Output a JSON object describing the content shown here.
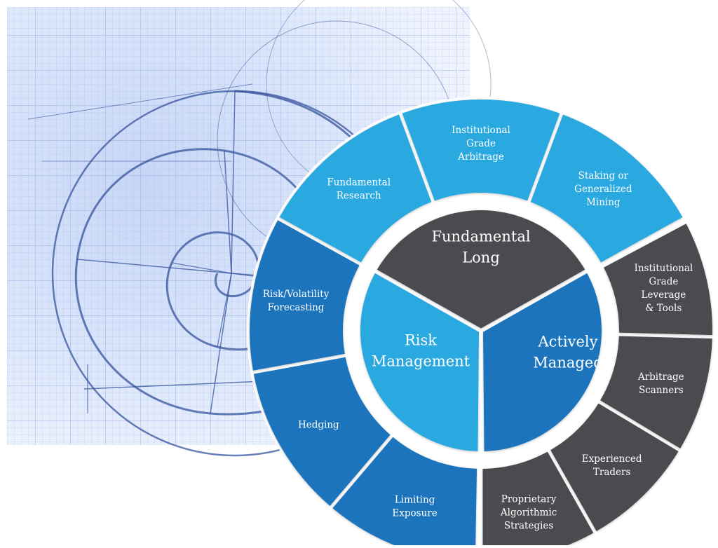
{
  "colors": {
    "dark_gray": "#4a4b4f",
    "light_blue": "#29a8e0",
    "mid_blue": "#1c75bc",
    "background_paper": "#dbe6fb",
    "background_grid": "#a9bde8",
    "sketch_ink": "#35539c",
    "text_light": "#ffffff"
  },
  "diagram": {
    "groups": [
      {
        "id": "fundamental-long",
        "label": "Fundamental Long",
        "lines": [
          "Fundamental",
          "Long"
        ],
        "inner_color": "#4a4b4f",
        "outer_color": "#29a8e0",
        "segments": [
          {
            "label": "Fundamental Research",
            "lines": [
              "Fundamental",
              "Research"
            ]
          },
          {
            "label": "Institutional Grade Arbitrage",
            "lines": [
              "Institutional",
              "Grade",
              "Arbitrage"
            ]
          },
          {
            "label": "Staking or Generalized Mining",
            "lines": [
              "Staking or",
              "Generalized",
              "Mining"
            ]
          }
        ]
      },
      {
        "id": "actively-managed",
        "label": "Actively Managed",
        "lines": [
          "Actively",
          "Managed"
        ],
        "inner_color": "#1c75bc",
        "outer_color": "#4a4b4f",
        "segments": [
          {
            "label": "Institutional Grade Leverage & Tools",
            "lines": [
              "Institutional",
              "Grade",
              "Leverage",
              "& Tools"
            ]
          },
          {
            "label": "Arbitrage Scanners",
            "lines": [
              "Arbitrage",
              "Scanners"
            ]
          },
          {
            "label": "Experienced Traders",
            "lines": [
              "Experienced",
              "Traders"
            ]
          },
          {
            "label": "Proprietary Algorithmic Strategies",
            "lines": [
              "Proprietary",
              "Algorithmic",
              "Strategies"
            ]
          }
        ]
      },
      {
        "id": "risk-management",
        "label": "Risk Management",
        "lines": [
          "Risk",
          "Management"
        ],
        "inner_color": "#29a8e0",
        "outer_color": "#1c75bc",
        "segments": [
          {
            "label": "Limiting Exposure",
            "lines": [
              "Limiting",
              "Exposure"
            ]
          },
          {
            "label": "Hedging",
            "lines": [
              "Hedging"
            ]
          },
          {
            "label": "Risk/Volatility Forecasting",
            "lines": [
              "Risk/Volatility",
              "Forecasting"
            ]
          }
        ]
      }
    ]
  }
}
